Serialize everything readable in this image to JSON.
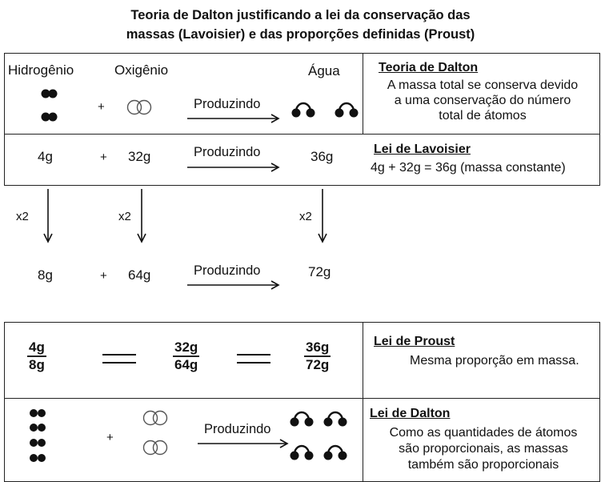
{
  "title": {
    "line1": "Teoria de Dalton justificando a lei da conservação das",
    "line2": "massas (Lavoisier) e das proporções definidas (Proust)"
  },
  "labels": {
    "hydrogen": "Hidrogênio",
    "oxygen": "Oxigênio",
    "water": "Água"
  },
  "plus": "+",
  "produces": "Produzindo",
  "row_masses": {
    "h": "4g",
    "o": "32g",
    "w": "36g"
  },
  "multiplier": "x2",
  "row_doubled": {
    "h": "8g",
    "o": "64g",
    "w": "72g"
  },
  "dalton_theory": {
    "heading": "Teoria de Dalton",
    "line1": "A massa total se conserva devido",
    "line2": "a uma conservação do número",
    "line3": "total de átomos"
  },
  "lavoisier": {
    "heading": "Lei de Lavoisier",
    "text": "4g + 32g = 36g (massa constante)"
  },
  "proust": {
    "heading": "Lei de Proust",
    "text": "Mesma proporção em massa.",
    "fractions": [
      {
        "num": "4g",
        "den": "8g"
      },
      {
        "num": "32g",
        "den": "64g"
      },
      {
        "num": "36g",
        "den": "72g"
      }
    ],
    "equals": "═"
  },
  "dalton_law": {
    "heading": "Lei de Dalton",
    "line1": "Como as quantidades de átomos",
    "line2": "são proporcionais, as massas",
    "line3": "também são proporcionais"
  }
}
